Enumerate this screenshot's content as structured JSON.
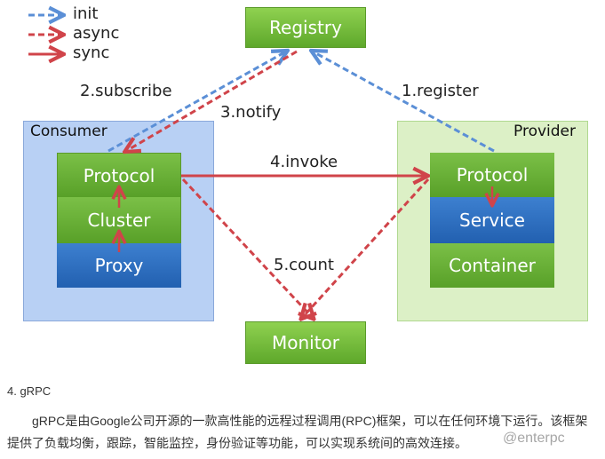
{
  "legend": {
    "items": [
      {
        "label": "init",
        "color": "#5b8fd6",
        "style": "dashed"
      },
      {
        "label": "async",
        "color": "#d0444a",
        "style": "dashed"
      },
      {
        "label": "sync",
        "color": "#d0444a",
        "style": "solid"
      }
    ]
  },
  "nodes": {
    "registry": "Registry",
    "monitor": "Monitor",
    "consumer": {
      "title": "Consumer",
      "protocol": "Protocol",
      "cluster": "Cluster",
      "proxy": "Proxy"
    },
    "provider": {
      "title": "Provider",
      "protocol": "Protocol",
      "service": "Service",
      "container": "Container"
    }
  },
  "edges": {
    "subscribe": "2.subscribe",
    "notify": "3.notify",
    "register": "1.register",
    "invoke": "4.invoke",
    "count": "5.count"
  },
  "text": {
    "heading": "4. gRPC",
    "paragraph": "gRPC是由Google公司开源的一款高性能的远程过程调用(RPC)框架，可以在任何环境下运行。该框架提供了负载均衡，跟踪，智能监控，身份验证等功能，可以实现系统间的高效连接。",
    "watermark": "@enterpc"
  },
  "colors": {
    "init_blue": "#5b8fd6",
    "async_red": "#d0444a",
    "box_green": "#6cb535",
    "box_blue": "#2a68b8",
    "consumer_bg": "#b8d0f4",
    "provider_bg": "#dcf0c6"
  }
}
